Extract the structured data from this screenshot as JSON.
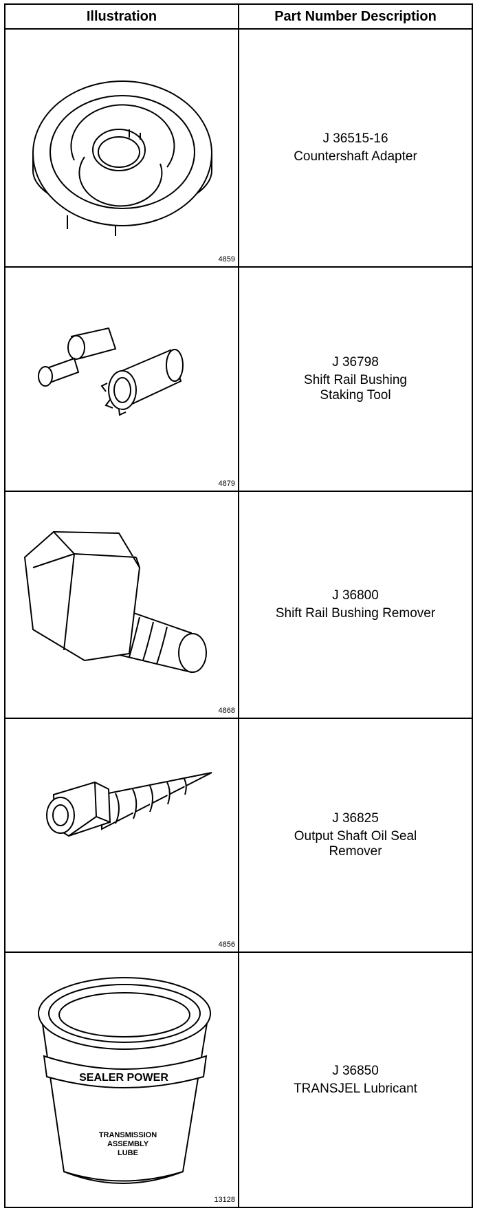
{
  "header": {
    "illustration": "Illustration",
    "part_number_description": "Part Number Description"
  },
  "rows": [
    {
      "figure": "4859",
      "part_number": "J 36515-16",
      "description_lines": [
        "Countershaft Adapter"
      ],
      "icon": "countershaft-adapter-icon"
    },
    {
      "figure": "4879",
      "part_number": "J 36798",
      "description_lines": [
        "Shift Rail Bushing",
        "Staking Tool"
      ],
      "icon": "staking-tool-icon"
    },
    {
      "figure": "4868",
      "part_number": "J 36800",
      "description_lines": [
        "Shift Rail Bushing Remover"
      ],
      "icon": "bushing-remover-icon"
    },
    {
      "figure": "4856",
      "part_number": "J 36825",
      "description_lines": [
        "Output Shaft Oil Seal",
        "Remover"
      ],
      "icon": "seal-remover-icon"
    },
    {
      "figure": "13128",
      "part_number": "J 36850",
      "description_lines": [
        "TRANSJEL Lubricant"
      ],
      "icon": "lubricant-tub-icon",
      "container_label": "SEALER POWER",
      "container_text": [
        "TRANSMISSION",
        "ASSEMBLY",
        "LUBE"
      ]
    }
  ]
}
